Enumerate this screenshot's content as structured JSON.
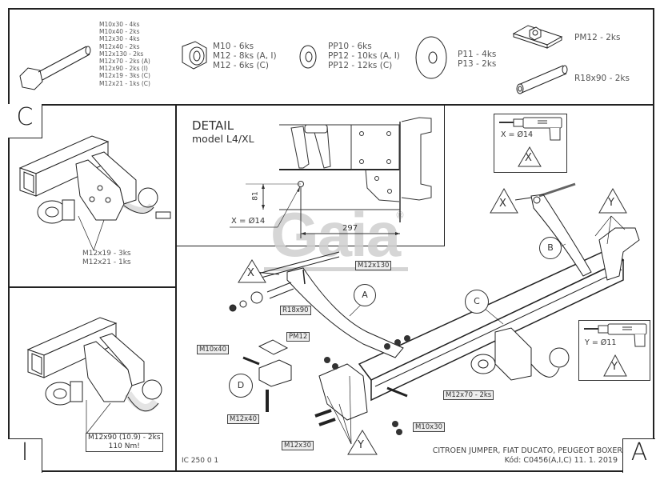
{
  "parts_list": {
    "bolts": [
      "M10x30 - 4ks",
      "M10x40 - 2ks",
      "M12x30 - 4ks",
      "M12x40 - 2ks",
      "M12x130 - 2ks",
      "M12x70 - 2ks (A)",
      "M12x90 - 2ks (I)",
      "M12x19 - 3ks (C)",
      "M12x21 - 1ks (C)"
    ],
    "nuts": [
      "M10 - 6ks",
      "M12 - 8ks (A, I)",
      "M12 - 6ks (C)"
    ],
    "washers": [
      "PP10 - 6ks",
      "PP12 - 10ks (A, I)",
      "PP12 - 12ks (C)"
    ],
    "flat_washers": [
      "P11 - 4ks",
      "P13 - 2ks"
    ],
    "plate_nut": "PM12 - 2ks",
    "spacer_tube": "R18x90 - 2ks"
  },
  "panel_c": {
    "letter": "C",
    "callout": [
      "M12x19 - 3ks",
      "M12x21 - 1ks"
    ]
  },
  "panel_i": {
    "letter": "I",
    "callout": [
      "M12x90 (10.9) - 2ks",
      "110 Nm!"
    ]
  },
  "detail": {
    "title": "DETAIL",
    "subtitle": "model L4/XL",
    "dim_vertical": "81",
    "dim_horizontal": "297",
    "hole_label": "X = Ø14"
  },
  "drill_boxes": [
    {
      "label": "X = Ø14",
      "marker": "X"
    },
    {
      "label": "Y = Ø11",
      "marker": "Y"
    }
  ],
  "main_assembly": {
    "labels": {
      "m12x130": "M12x130",
      "r18x90": "R18x90",
      "pm12": "PM12",
      "m10x40": "M10x40",
      "m12x40": "M12x40",
      "m12x30": "M12x30",
      "m10x30": "M10x30",
      "m12x70": "M12x70 - 2ks"
    },
    "part_letters": [
      "A",
      "B",
      "C",
      "D"
    ],
    "markers": {
      "x": "X",
      "y": "Y"
    }
  },
  "watermark": {
    "brand": "Gaia",
    "mark": "®"
  },
  "title_block": {
    "drawing_no": "IC 250 0 1",
    "vehicle": "CITROEN JUMPER, FIAT DUCATO, PEUGEOT BOXER",
    "code": "Kód: C0456(A,I,C)  11. 1. 2019",
    "sheet_letter": "A"
  }
}
